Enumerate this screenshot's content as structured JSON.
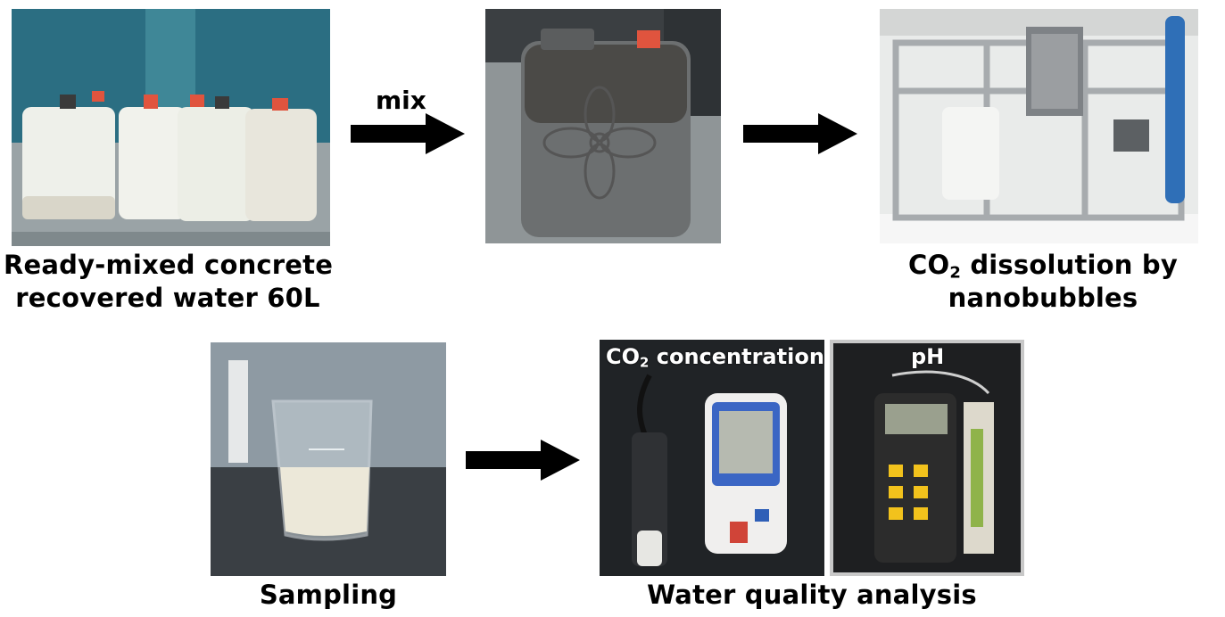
{
  "steps": {
    "recovered_water": {
      "line1": "Ready-mixed concrete",
      "line2": "recovered water 60L"
    },
    "mix_label": "mix",
    "nanobubbles": {
      "line1_prefix": "CO",
      "line1_sub": "2",
      "line1_suffix": " dissolution by",
      "line2": "nanobubbles"
    },
    "sampling": "Sampling",
    "analysis": "Water quality analysis",
    "co2_overlay": {
      "prefix": "CO",
      "sub": "2",
      "suffix": " concentration"
    },
    "ph_overlay": "pH"
  },
  "icons": [
    "right-arrow-icon",
    "right-arrow-icon",
    "right-arrow-icon"
  ]
}
